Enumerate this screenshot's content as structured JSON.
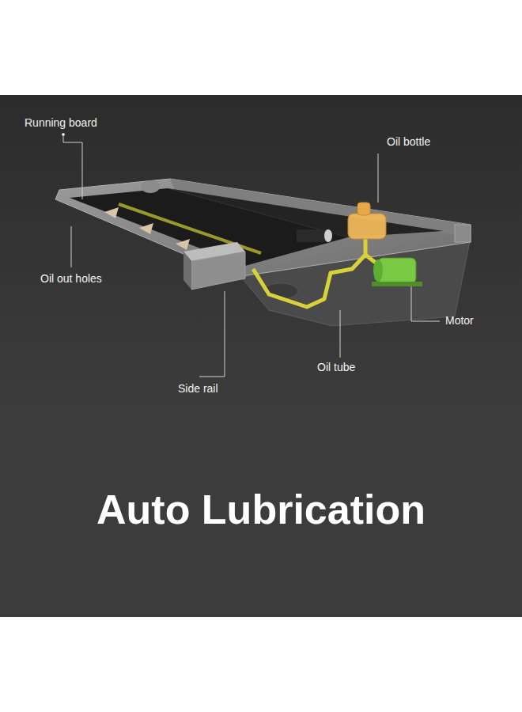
{
  "diagram": {
    "title": "Auto Lubrication",
    "labels": [
      "Running board",
      "Oil bottle",
      "Oil out holes",
      "Motor",
      "Oil tube",
      "Side rail"
    ]
  }
}
